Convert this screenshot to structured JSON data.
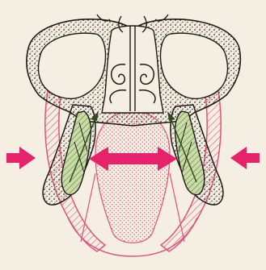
{
  "figure": {
    "background": "#f4efe2",
    "colors": {
      "outline": "#1e1a17",
      "soft_tissue_pink": "#e2527a",
      "arrow_magenta": "#e6226a",
      "tooth_green": "#c9dca6",
      "tooth_hatch": "#4f6e33",
      "bone_stipple": "#3a302a"
    },
    "parts": {
      "nasal_septum": "structure",
      "conchae": "left-and-right",
      "teeth": "left-and-right",
      "tongue": "center-dotted",
      "arrows": [
        "inward-left",
        "bidirectional-center",
        "inward-right"
      ]
    }
  }
}
